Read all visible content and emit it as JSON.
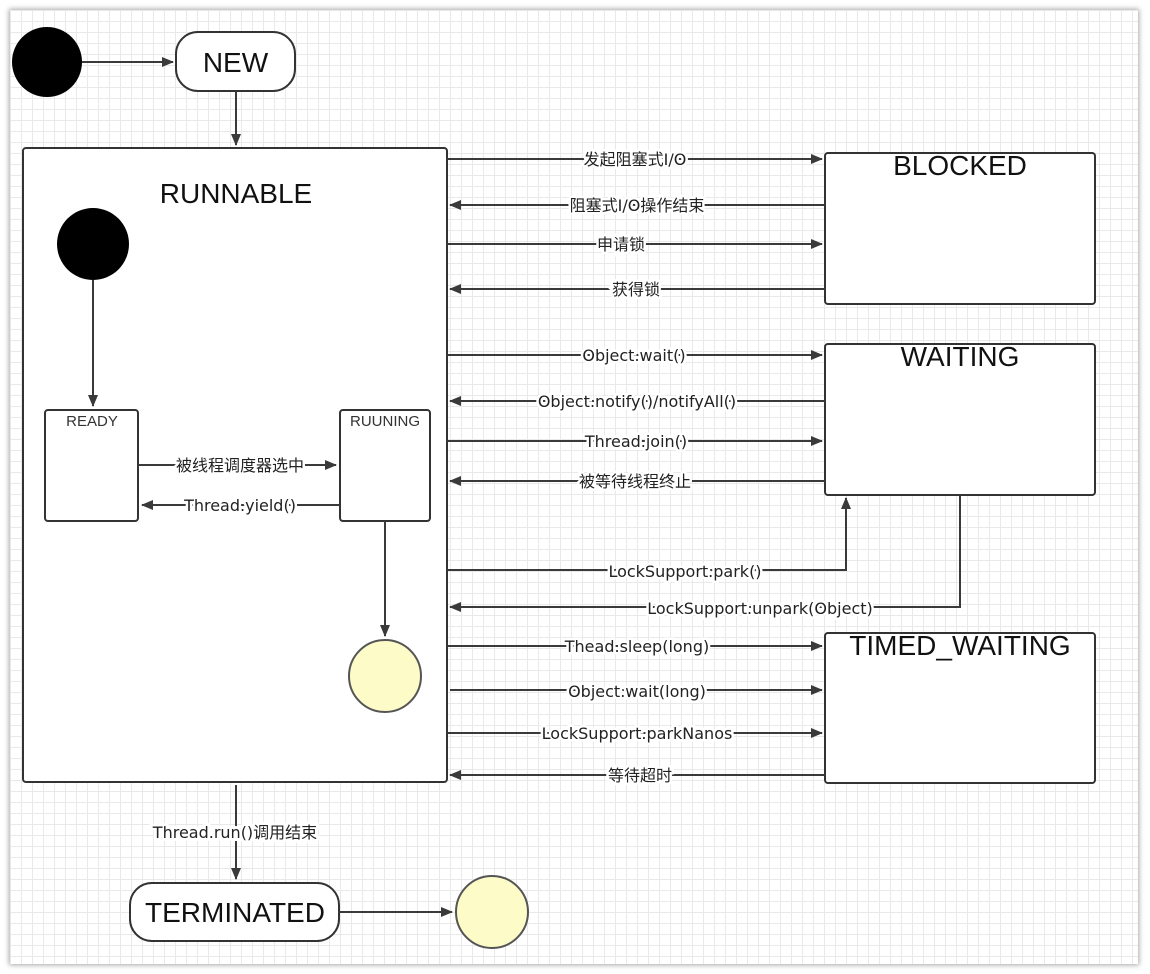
{
  "states": {
    "new": "NEW",
    "runnable": "RUNNABLE",
    "ready": "READY",
    "running": "RUUNING",
    "blocked": "BLOCKED",
    "waiting": "WAITING",
    "timed_waiting": "TIMED_WAITING",
    "terminated": "TERMINATED"
  },
  "transitions": {
    "ready_to_running": "被线程调度器选中",
    "running_to_ready": "Thread.yield()",
    "blocked_io_start": "发起阻塞式I/O",
    "blocked_io_end": "阻塞式I/O操作结束",
    "request_lock": "申请锁",
    "acquire_lock": "获得锁",
    "object_wait": "Object.wait()",
    "object_notify": "Object.notify()/notifyAll()",
    "thread_join": "Thread.join()",
    "waited_thread_ends": "被等待线程终止",
    "lock_park": "LockSupport.park()",
    "lock_unpark": "LockSupport.unpark(Object)",
    "thread_sleep": "Thead.sleep(long)",
    "object_wait_long": "Object.wait(long)",
    "park_nanos": "LockSupport.parkNanos",
    "wait_timeout": "等待超时",
    "run_ends": "Thread.run()调用结束"
  },
  "colors": {
    "initial_node": "#000000",
    "final_node_fill": "#fdfbc8",
    "line": "#3a3a3a"
  }
}
